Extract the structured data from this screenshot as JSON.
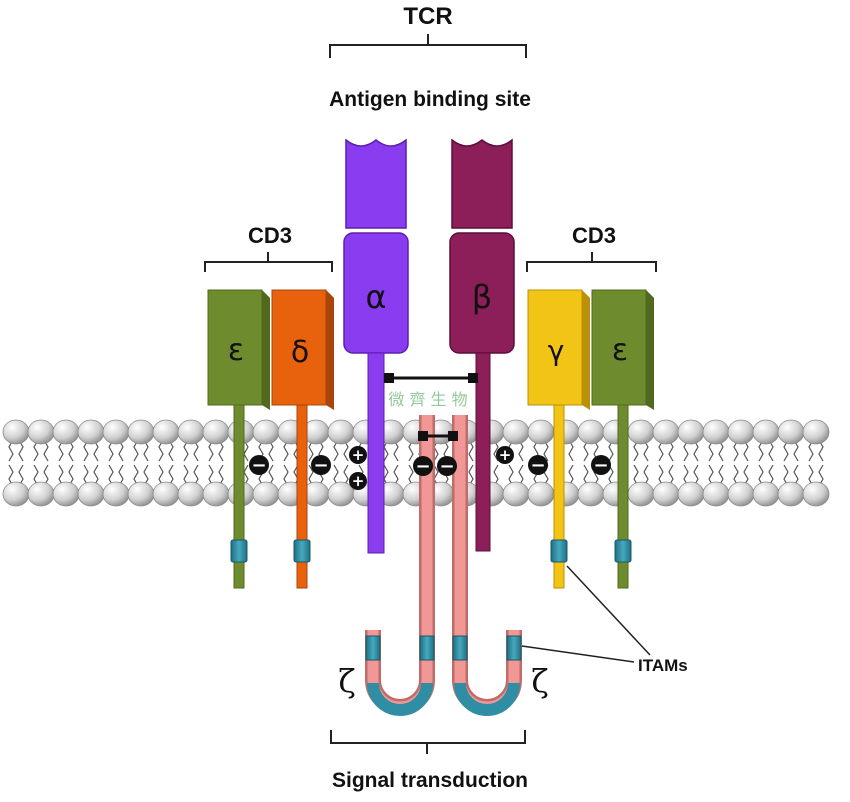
{
  "labels": {
    "tcr": "TCR",
    "antigen_binding_site": "Antigen binding site",
    "cd3_left": "CD3",
    "cd3_right": "CD3",
    "itams": "ITAMs",
    "signal_transduction": "Signal transduction",
    "watermark": "微 齊 生 物"
  },
  "chains": {
    "alpha": "α",
    "beta": "β",
    "epsilon_left": "ε",
    "delta": "δ",
    "gamma": "γ",
    "epsilon_right": "ε",
    "zeta_left": "ζ",
    "zeta_right": "ζ"
  },
  "charges": {
    "minus": "−",
    "plus": "+"
  },
  "colors": {
    "alpha": "#8a3cf0",
    "beta": "#8c1e5a",
    "epsilon": "#6e8c2e",
    "delta": "#e8620e",
    "gamma": "#f2c416",
    "zeta": "#f19896",
    "itam": "#2f8ea3",
    "membrane_head": "#d6d6d6"
  }
}
